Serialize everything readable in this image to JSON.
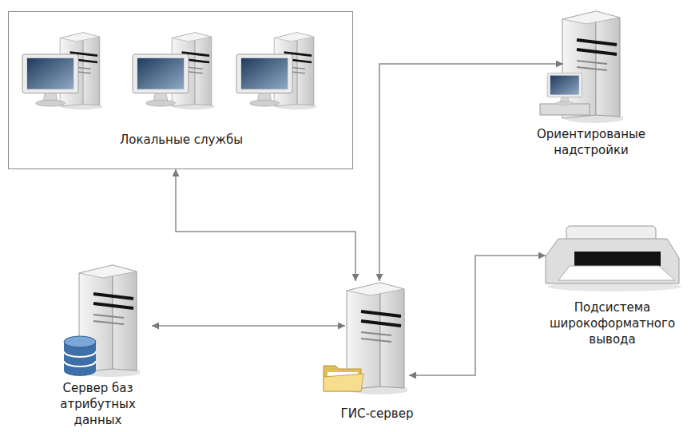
{
  "diagram": {
    "nodes": [
      {
        "text": [
          "Локальные службы"
        ]
      },
      {
        "text": [
          "Ориентированые надстройки"
        ]
      },
      {
        "text": [
          "Подсистема широкоформатного вывода"
        ]
      },
      {
        "text": [
          "Сервер баз атрибутных данных"
        ]
      },
      {
        "text": [
          "ГИС-сервер"
        ]
      }
    ],
    "edges": [
      {
        "from": 0,
        "to": 4,
        "arrow": "both"
      },
      {
        "from": 1,
        "to": 4,
        "arrow": "both"
      },
      {
        "from": 2,
        "to": 4,
        "arrow": "both"
      },
      {
        "from": 3,
        "to": 4,
        "arrow": "both"
      }
    ]
  }
}
